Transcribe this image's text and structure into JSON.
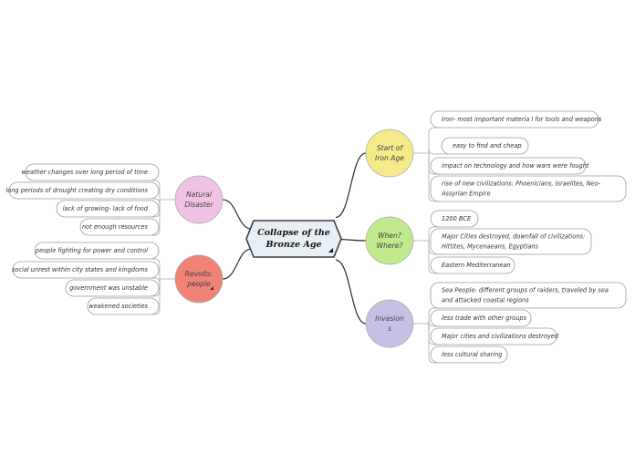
{
  "central": {
    "lines": [
      "Collapse of the",
      "Bronze Age"
    ]
  },
  "nodes": [
    {
      "id": "start-iron-age",
      "lines": [
        "Start of",
        "Iron Age"
      ],
      "fill": "#f5e98a",
      "has_note": false,
      "leaves": [
        {
          "lines": [
            "Iron- most important materia l for tools and weapons"
          ]
        },
        {
          "lines": [
            "easy to find and cheap"
          ]
        },
        {
          "lines": [
            "impact on technology and how wars were fought"
          ]
        },
        {
          "lines": [
            "rise of new civilizations: Phoenicians, Israelites, Neo-",
            "Assyrian Empire"
          ]
        }
      ]
    },
    {
      "id": "when-where",
      "lines": [
        "When?",
        "Where?"
      ],
      "fill": "#bfea8e",
      "has_note": false,
      "leaves": [
        {
          "lines": [
            "1200 BCE"
          ]
        },
        {
          "lines": [
            "Major Cities destroyed, downfall of civilizations:",
            "Hittites, Mycenaeans, Egyptians"
          ]
        },
        {
          "lines": [
            "Eastern Mediterranean"
          ]
        }
      ]
    },
    {
      "id": "invasions",
      "lines": [
        "Invasion",
        "s"
      ],
      "fill": "#c6c0e6",
      "has_note": false,
      "leaves": [
        {
          "lines": [
            "Sea People: different groups of raiders, traveled by sea",
            "and attacked coastal regions"
          ]
        },
        {
          "lines": [
            "less trade with other groups"
          ]
        },
        {
          "lines": [
            "Major cities and civilizations destroyed"
          ]
        },
        {
          "lines": [
            "less cultural sharing"
          ]
        }
      ]
    },
    {
      "id": "natural-disaster",
      "lines": [
        "Natural",
        "Disaster"
      ],
      "fill": "#f0c2e6",
      "has_note": false,
      "leaves": [
        {
          "lines": [
            "weather changes over long period of time"
          ]
        },
        {
          "lines": [
            "long periods of drought creating dry conditions"
          ]
        },
        {
          "lines": [
            "lack of growing- lack of food"
          ]
        },
        {
          "lines": [
            "not enough resources"
          ]
        }
      ]
    },
    {
      "id": "revolts",
      "lines": [
        "Revolts:",
        "people"
      ],
      "fill": "#f08276",
      "has_note": true,
      "leaves": [
        {
          "lines": [
            "people fighting for power and control"
          ]
        },
        {
          "lines": [
            "social unrest within city states and kingdoms"
          ]
        },
        {
          "lines": [
            "government  was unstable"
          ]
        },
        {
          "lines": [
            "weakened societies"
          ]
        }
      ]
    }
  ],
  "colors": {
    "central_fill": "#e8eff4",
    "central_stroke": "#3a3f46",
    "line": "#2b2b2b",
    "leaf_stroke": "#9a9a9a"
  }
}
